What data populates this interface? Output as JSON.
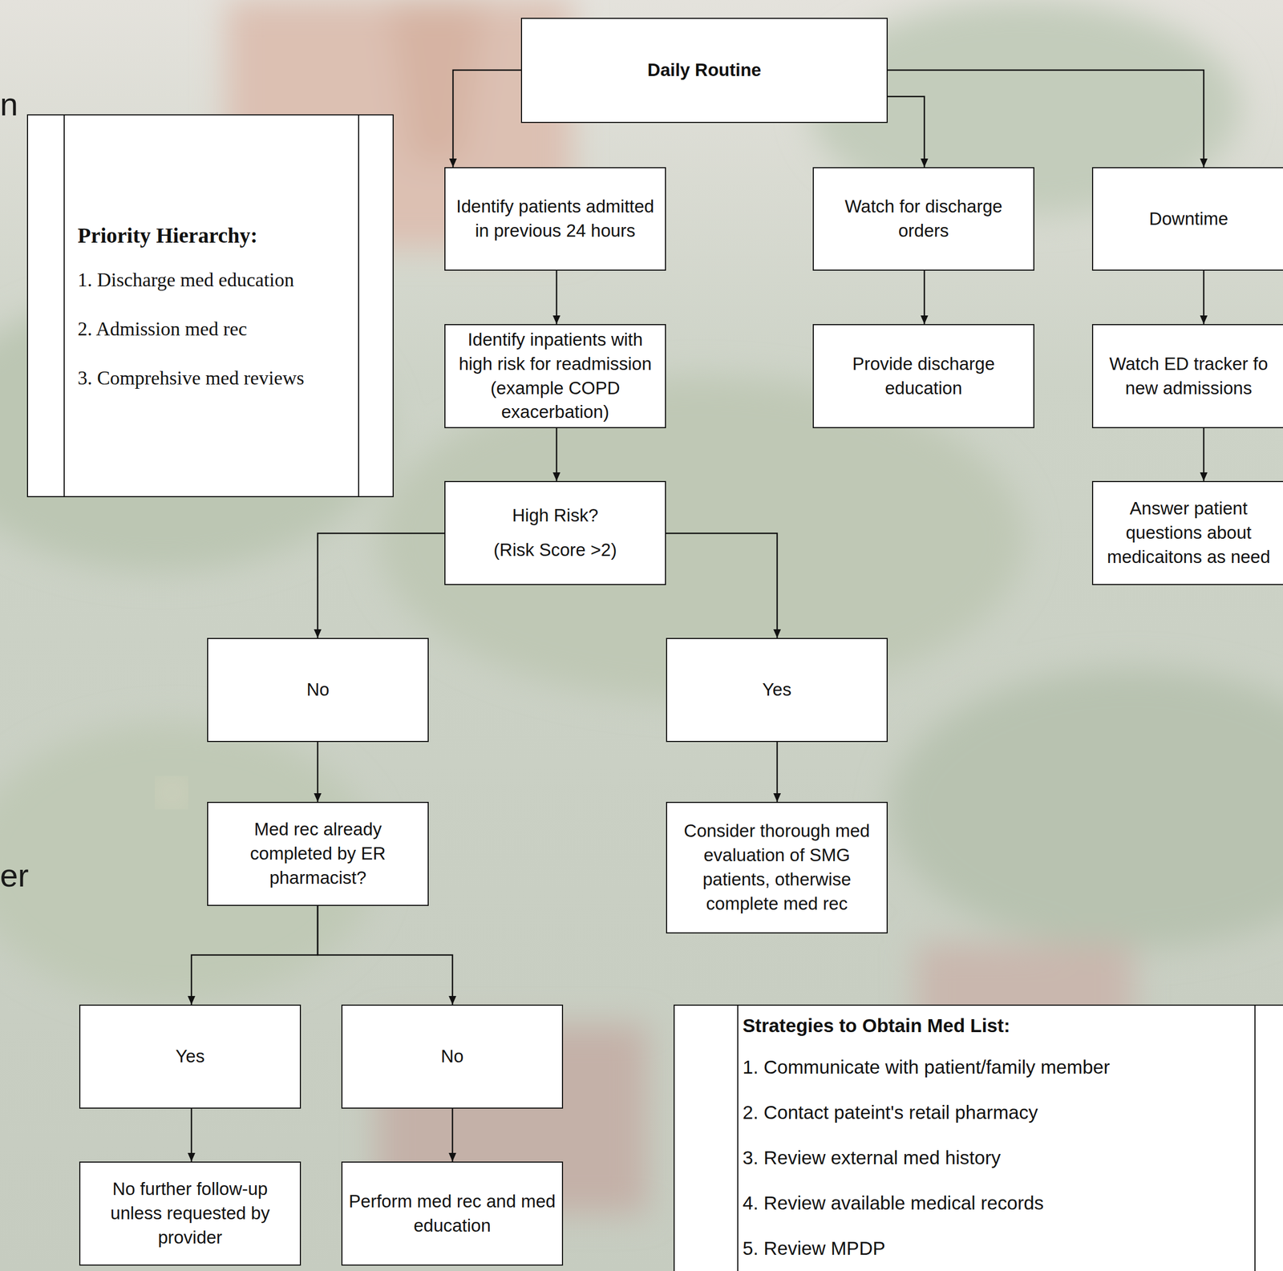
{
  "diagram": {
    "nodes": [
      {
        "text": [
          "Daily Routine"
        ]
      },
      {
        "text": [
          "Priority Hierarchy:",
          "1. Discharge med education",
          "2. Admission med rec",
          "3. Comprehsive med reviews"
        ]
      },
      {
        "text": [
          "Identify patients admitted in previous 24 hours"
        ]
      },
      {
        "text": [
          "Watch for discharge orders"
        ]
      },
      {
        "text": [
          "Downtime"
        ]
      },
      {
        "text": [
          "Identify inpatients with high risk for readmission (example COPD exacerbation)"
        ]
      },
      {
        "text": [
          "Provide discharge education"
        ]
      },
      {
        "text": [
          "Watch ED tracker fo new admissions"
        ]
      },
      {
        "text": [
          "High Risk?",
          "(Risk Score >2)"
        ]
      },
      {
        "text": [
          "Answer patient questions about medicaitons as need"
        ]
      },
      {
        "text": [
          "No"
        ]
      },
      {
        "text": [
          "Yes"
        ]
      },
      {
        "text": [
          "Med rec already completed by ER pharmacist?"
        ]
      },
      {
        "text": [
          "Consider thorough med evaluation of SMG patients, otherwise complete med rec"
        ]
      },
      {
        "text": [
          "Yes"
        ]
      },
      {
        "text": [
          "No"
        ]
      },
      {
        "text": [
          "No further follow-up unless requested by provider"
        ]
      },
      {
        "text": [
          "Perform med rec and med education"
        ]
      },
      {
        "text": [
          "Strategies to Obtain Med List:",
          "1. Communicate with patient/family member",
          "2. Contact pateint's retail pharmacy",
          "3. Review external med history",
          "4. Review available medical records",
          "5. Review MPDP"
        ]
      }
    ],
    "edges": [
      {
        "from": 0,
        "to": 2,
        "arrow": "to"
      },
      {
        "from": 0,
        "to": 3,
        "arrow": "to"
      },
      {
        "from": 0,
        "to": 4,
        "arrow": "to"
      },
      {
        "from": 2,
        "to": 5,
        "arrow": "to"
      },
      {
        "from": 3,
        "to": 6,
        "arrow": "to"
      },
      {
        "from": 4,
        "to": 7,
        "arrow": "to"
      },
      {
        "from": 5,
        "to": 8,
        "arrow": "to"
      },
      {
        "from": 7,
        "to": 9,
        "arrow": "to"
      },
      {
        "from": 8,
        "to": 10,
        "arrow": "to"
      },
      {
        "from": 8,
        "to": 11,
        "arrow": "to"
      },
      {
        "from": 10,
        "to": 12,
        "arrow": "to"
      },
      {
        "from": 11,
        "to": 13,
        "arrow": "to"
      },
      {
        "from": 12,
        "to": 14,
        "arrow": "to"
      },
      {
        "from": 12,
        "to": 15,
        "arrow": "to"
      },
      {
        "from": 14,
        "to": 16,
        "arrow": "to"
      },
      {
        "from": 15,
        "to": 17,
        "arrow": "to"
      }
    ],
    "labels": [
      "n",
      "er"
    ]
  }
}
